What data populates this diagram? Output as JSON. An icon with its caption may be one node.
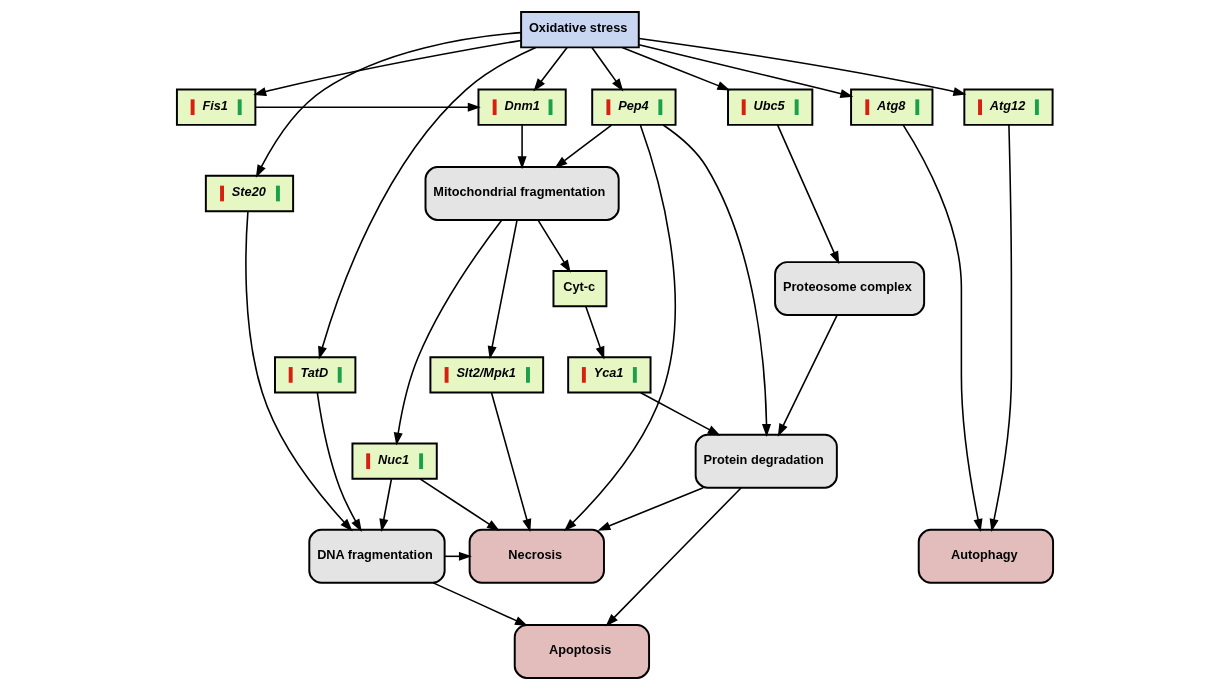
{
  "diagram": {
    "nodes": [
      {
        "text": [
          "Oxidative stress"
        ]
      },
      {
        "text": [
          "Fis1"
        ]
      },
      {
        "text": [
          "Dnm1"
        ]
      },
      {
        "text": [
          "Ubc5"
        ]
      },
      {
        "text": [
          "Atg8"
        ]
      },
      {
        "text": [
          "Atg12"
        ]
      },
      {
        "text": [
          "Mitochondrial fragmentation"
        ]
      },
      {
        "text": [
          "Cyt-c"
        ]
      },
      {
        "text": [
          "Yca1"
        ]
      },
      {
        "text": [
          "Proteosome complex"
        ]
      },
      {
        "text": [
          "Nuc1"
        ]
      },
      {
        "text": [
          "Protein degradation"
        ]
      },
      {
        "text": [
          "TatD"
        ]
      },
      {
        "text": [
          "Pep4"
        ]
      },
      {
        "text": [
          "Ste20"
        ]
      },
      {
        "text": [
          "Slt2/Mpk1"
        ]
      },
      {
        "text": [
          "Apoptosis"
        ]
      },
      {
        "text": [
          "DNA fragmentation"
        ]
      },
      {
        "text": [
          "Necrosis"
        ]
      },
      {
        "text": [
          "Autophagy"
        ]
      }
    ],
    "edges": [
      {
        "from": 0,
        "to": 1,
        "arrow": "to"
      },
      {
        "from": 0,
        "to": 2,
        "arrow": "to"
      },
      {
        "from": 0,
        "to": 14,
        "arrow": "to"
      },
      {
        "from": 0,
        "to": 12,
        "arrow": "to"
      },
      {
        "from": 0,
        "to": 13,
        "arrow": "to"
      },
      {
        "from": 0,
        "to": 3,
        "arrow": "to"
      },
      {
        "from": 0,
        "to": 5,
        "arrow": "to"
      },
      {
        "from": 0,
        "to": 4,
        "arrow": "to"
      },
      {
        "from": 1,
        "to": 2,
        "arrow": "to"
      },
      {
        "from": 2,
        "to": 6,
        "arrow": "to"
      },
      {
        "from": 6,
        "to": 7,
        "arrow": "to"
      },
      {
        "from": 6,
        "to": 10,
        "arrow": "to"
      },
      {
        "from": 6,
        "to": 15,
        "arrow": "to"
      },
      {
        "from": 7,
        "to": 8,
        "arrow": "to"
      },
      {
        "from": 13,
        "to": 6,
        "arrow": "to"
      },
      {
        "from": 3,
        "to": 9,
        "arrow": "to"
      },
      {
        "from": 8,
        "to": 11,
        "arrow": "to"
      },
      {
        "from": 9,
        "to": 11,
        "arrow": "to"
      },
      {
        "from": 13,
        "to": 11,
        "arrow": "to"
      },
      {
        "from": 11,
        "to": 16,
        "arrow": "to"
      },
      {
        "from": 11,
        "to": 18,
        "arrow": "to"
      },
      {
        "from": 13,
        "to": 18,
        "arrow": "to"
      },
      {
        "from": 15,
        "to": 18,
        "arrow": "to"
      },
      {
        "from": 10,
        "to": 18,
        "arrow": "to"
      },
      {
        "from": 10,
        "to": 17,
        "arrow": "to"
      },
      {
        "from": 14,
        "to": 17,
        "arrow": "to"
      },
      {
        "from": 12,
        "to": 17,
        "arrow": "to"
      },
      {
        "from": 17,
        "to": 18,
        "arrow": "to"
      },
      {
        "from": 17,
        "to": 16,
        "arrow": "to"
      },
      {
        "from": 5,
        "to": 19,
        "arrow": "to"
      },
      {
        "from": 4,
        "to": 19,
        "arrow": "to"
      }
    ]
  }
}
